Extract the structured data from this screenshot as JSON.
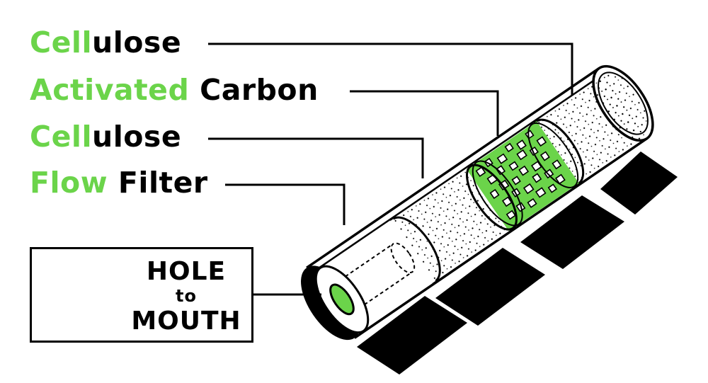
{
  "colors": {
    "accent": "#6bd44a",
    "ink": "#000000",
    "background": "#ffffff"
  },
  "labels": [
    {
      "id": "cellulose-top",
      "parts": [
        {
          "text": "Cell",
          "color": "accent"
        },
        {
          "text": "ulose",
          "color": "ink"
        }
      ]
    },
    {
      "id": "activated-carbon",
      "parts": [
        {
          "text": "Activated ",
          "color": "accent"
        },
        {
          "text": "Carbon",
          "color": "ink"
        }
      ]
    },
    {
      "id": "cellulose-middle",
      "parts": [
        {
          "text": "Cell",
          "color": "accent"
        },
        {
          "text": "ulose",
          "color": "ink"
        }
      ]
    },
    {
      "id": "flow-filter",
      "parts": [
        {
          "text": "Flow ",
          "color": "accent"
        },
        {
          "text": "Filter",
          "color": "ink"
        }
      ]
    }
  ],
  "hole_to_mouth": {
    "line1": "HOLE",
    "line2": "to",
    "line3": "MOUTH",
    "icon": "mouth-tongue-icon"
  }
}
